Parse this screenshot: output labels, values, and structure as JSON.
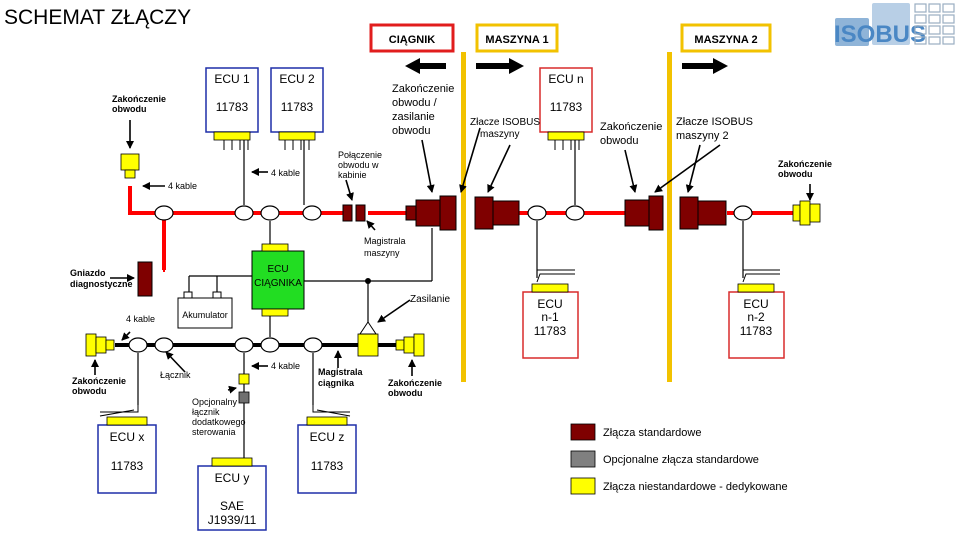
{
  "title": "SCHEMAT ZŁĄCZY",
  "logo": {
    "text": "ISOBUS"
  },
  "sections": {
    "tractor": "CIĄGNIK",
    "machine1": "MASZYNA 1",
    "machine2": "MASZYNA 2"
  },
  "ecus": {
    "ecu1": {
      "name": "ECU 1",
      "std": "11783"
    },
    "ecu2": {
      "name": "ECU 2",
      "std": "11783"
    },
    "ecun": {
      "name": "ECU n",
      "std": "11783"
    },
    "ecun1": {
      "name1": "ECU",
      "name2": "n-1",
      "std": "11783"
    },
    "ecun2": {
      "name1": "ECU",
      "name2": "n-2",
      "std": "11783"
    },
    "ecux": {
      "name": "ECU x",
      "std": "11783"
    },
    "ecuy": {
      "name": "ECU y",
      "std1": "SAE",
      "std2": "J1939/11"
    },
    "ecuz": {
      "name": "ECU z",
      "std": "11783"
    },
    "tecu": {
      "line1": "ECU",
      "line2": "CIĄGNIKA"
    }
  },
  "labels": {
    "term_tl": [
      "Zakończenie",
      "obwodu"
    ],
    "cables_4_left": "4 kable",
    "cables_4_mid": "4 kable",
    "cables_4_low": "4 kable",
    "cables_4_low2": "4 kable",
    "cab_connection": [
      "Połączenie",
      "obwodu w",
      "kabinie"
    ],
    "term_power": [
      "Zakończenie",
      "obwodu /",
      "zasilanie",
      "obwodu"
    ],
    "isobus_machine": [
      "Złacze ISOBUS",
      "maszyny"
    ],
    "term_mid": [
      "Zakończenie",
      "obwodu"
    ],
    "isobus_machine2": [
      "Złacze ISOBUS",
      "maszyny 2"
    ],
    "term_right": [
      "Zakończenie",
      "obwodu"
    ],
    "machine_bus": [
      "Magistrala",
      "maszyny"
    ],
    "diag_socket": [
      "Gniazdo",
      "diagnostyczne"
    ],
    "battery": "Akumulator",
    "power": "Zasilanie",
    "term_bl": [
      "Zakończenie",
      "obwodu"
    ],
    "coupler": "Łącznik",
    "optional_coupler": [
      "Opcjonalny",
      "łącznik",
      "dodatkowego",
      "sterowania"
    ],
    "tractor_bus": [
      "Magistrala",
      "ciągnika"
    ],
    "term_bm": [
      "Zakończenie",
      "obwodu"
    ]
  },
  "legend": [
    {
      "label": "Złącza standardowe",
      "color": "#7f0000"
    },
    {
      "label": "Opcjonalne złącza standardowe",
      "color": "#808080"
    },
    {
      "label": "Złącza niestandardowe - dedykowane",
      "color": "#ffff00"
    }
  ],
  "colors": {
    "bus_red": "#ff0000",
    "bus_black": "#000000",
    "divider": "#f2c200",
    "std_connector": "#7f0000",
    "custom_connector": "#ffff00",
    "ecu_blue": "#1f2fa8",
    "ecu_red": "#d92b2b",
    "tecu_green": "#22dd22"
  }
}
